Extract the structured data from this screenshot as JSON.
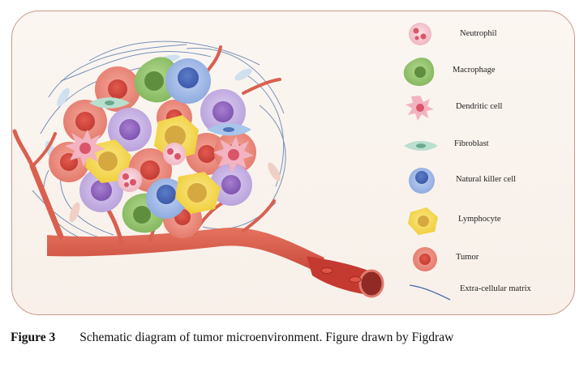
{
  "legend": {
    "items": [
      {
        "label": "Neutrophil",
        "icon": "neutrophil-icon"
      },
      {
        "label": "Macrophage",
        "icon": "macrophage-icon"
      },
      {
        "label": "Dendritic cell",
        "icon": "dendritic-cell-icon"
      },
      {
        "label": "Fibroblast",
        "icon": "fibroblast-icon"
      },
      {
        "label": "Natural killer cell",
        "icon": "natural-killer-cell-icon"
      },
      {
        "label": "Lymphocyte",
        "icon": "lymphocyte-icon"
      },
      {
        "label": "Tumor",
        "icon": "tumor-icon"
      },
      {
        "label": "Extra-cellular matrix",
        "icon": "extracellular-matrix-icon"
      }
    ]
  },
  "caption": {
    "figure_label": "Figure 3",
    "text": "Schematic diagram of tumor microenvironment. Figure drawn by Figdraw"
  },
  "colors": {
    "tumor": "#e98a7e",
    "neutrophil": "#f3c6cf",
    "macrophage": "#9cc97a",
    "dendritic": "#f3b3c1",
    "fibroblast": "#b9dfcf",
    "nk": "#9db8e6",
    "lymphocyte": "#f5dc55",
    "vessel": "#d9604f",
    "matrix": "#4a6ea8"
  }
}
